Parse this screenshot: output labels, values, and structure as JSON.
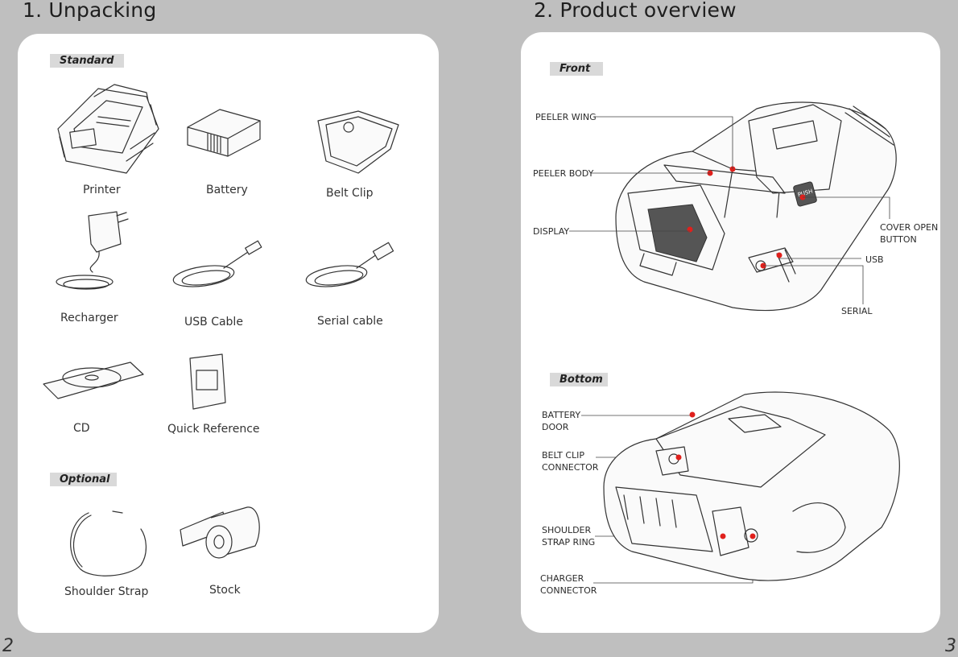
{
  "left_page": {
    "heading": "1. Unpacking",
    "page_number": "2",
    "standard_tag": "Standard",
    "optional_tag": "Optional",
    "items": {
      "printer": "Printer",
      "battery": "Battery",
      "belt_clip": "Belt Clip",
      "recharger": "Recharger",
      "usb_cable": "USB Cable",
      "serial_cable": "Serial cable",
      "cd": "CD",
      "quick_reference": "Quick Reference",
      "shoulder_strap": "Shoulder Strap",
      "stock": "Stock"
    }
  },
  "right_page": {
    "heading": "2. Product overview",
    "page_number": "3",
    "front_tag": "Front",
    "bottom_tag": "Bottom",
    "front_callouts": {
      "peeler_wing": "PEELER WING",
      "peeler_body": "PEELER BODY",
      "display": "DISPLAY",
      "cover_open_1": "COVER OPEN",
      "cover_open_2": "BUTTON",
      "usb": "USB",
      "serial": "SERIAL"
    },
    "bottom_callouts": {
      "battery_door_1": "BATTERY",
      "battery_door_2": "DOOR",
      "belt_clip_connector_1": "BELT CLIP",
      "belt_clip_connector_2": "CONNECTOR",
      "shoulder_strap_ring_1": "SHOULDER",
      "shoulder_strap_ring_2": "STRAP RING",
      "charger_connector_1": "CHARGER",
      "charger_connector_2": "CONNECTOR"
    },
    "printer_push_label": "PUSH"
  },
  "colors": {
    "background": "#bfbfbf",
    "panel": "#ffffff",
    "tag": "#d9d9d9",
    "callout_dot": "#e0201c"
  }
}
